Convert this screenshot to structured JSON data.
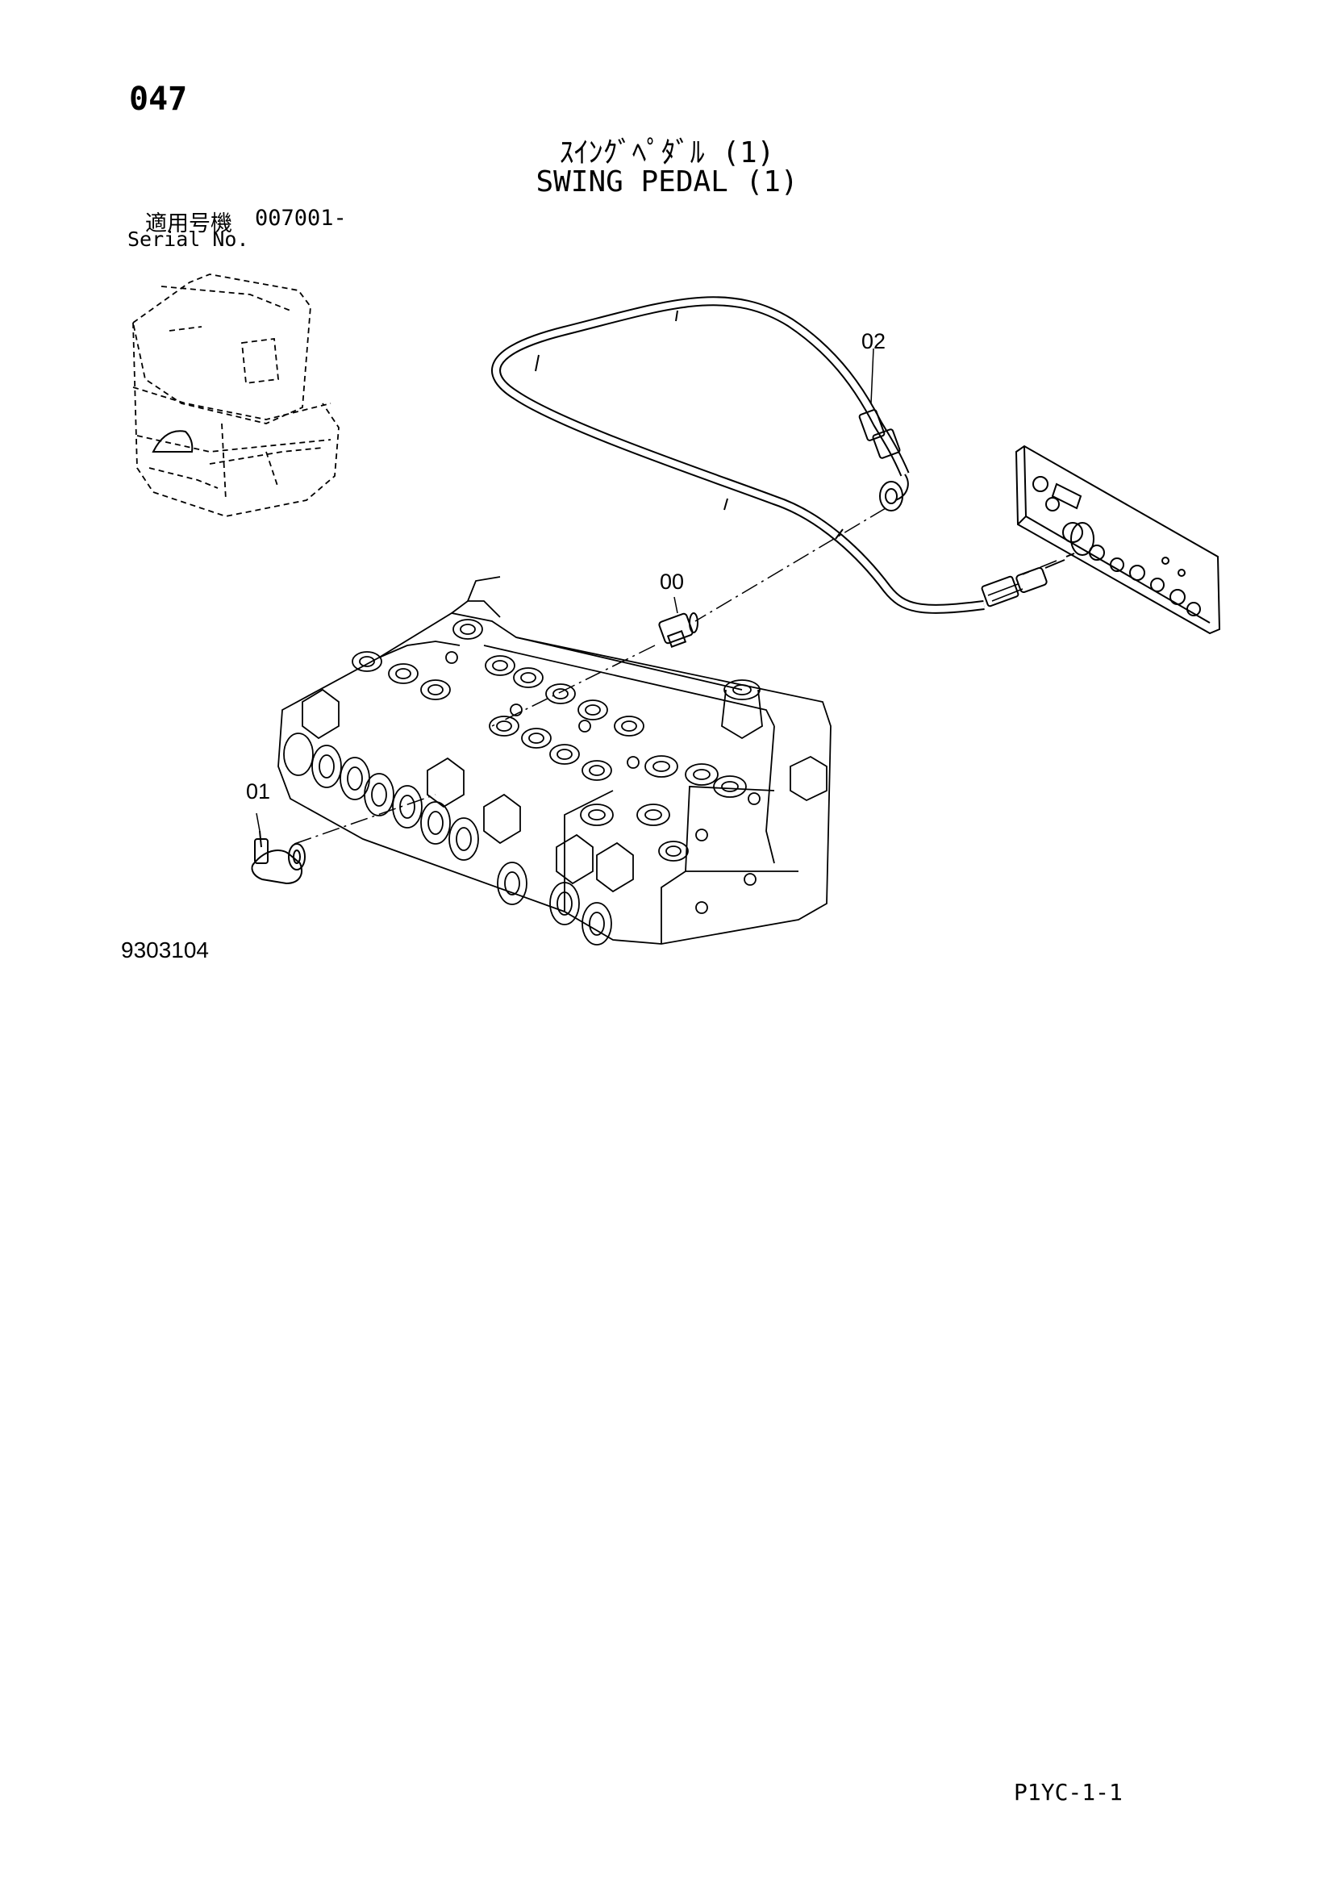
{
  "header": {
    "page_number": "047",
    "title_jp": "ｽｲﾝｸﾞﾍﾟﾀﾞﾙ (1)",
    "title_en": "SWING PEDAL (1)"
  },
  "serial": {
    "label_jp": "適用号機",
    "value": "007001-",
    "label_en": "Serial No."
  },
  "callouts": [
    "02",
    "00",
    "01"
  ],
  "footer": {
    "drawing_id": "9303104",
    "sheet_code": "P1YC-1-1"
  }
}
